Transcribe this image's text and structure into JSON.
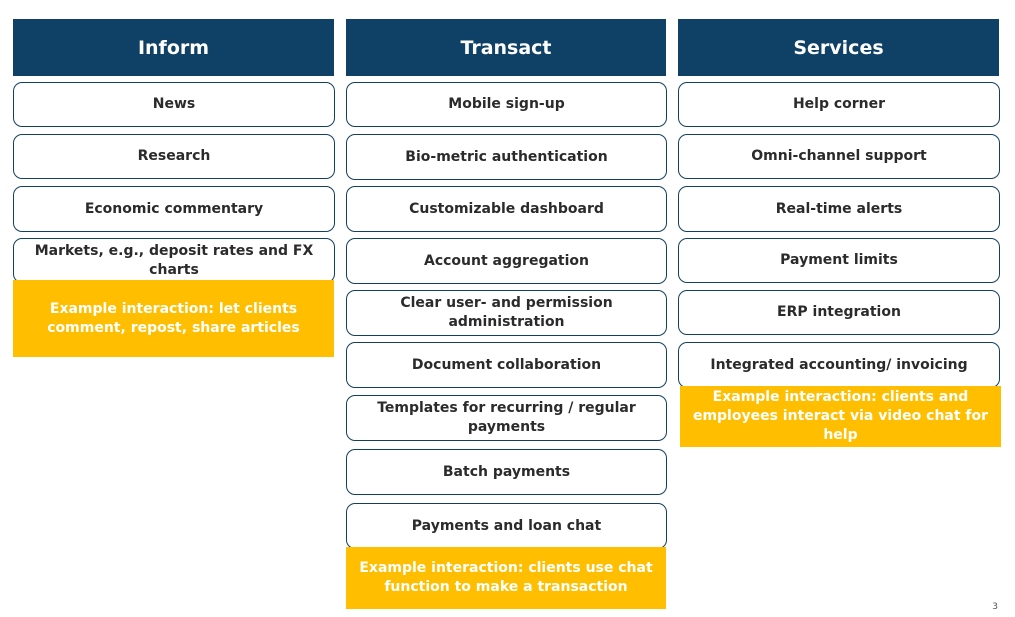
{
  "columns": [
    {
      "title": "Inform",
      "items": [
        "News",
        "Research",
        "Economic commentary",
        "Markets, e.g., deposit rates and FX charts"
      ],
      "example": "Example interaction: let clients comment, repost, share articles"
    },
    {
      "title": "Transact",
      "items": [
        "Mobile sign-up",
        "Bio-metric authentication",
        "Customizable dashboard",
        "Account aggregation",
        "Clear user- and permission administration",
        "Document collaboration",
        "Templates for recurring / regular payments",
        "Batch payments",
        "Payments and loan chat"
      ],
      "example": "Example interaction: clients use chat function to make a transaction"
    },
    {
      "title": "Services",
      "items": [
        "Help corner",
        "Omni-channel support",
        "Real-time alerts",
        "Payment limits",
        "ERP integration",
        "Integrated accounting/ invoicing"
      ],
      "example": "Example interaction: clients and employees interact via video chat for help"
    }
  ],
  "page_number": "3",
  "colors": {
    "header": "#0f4066",
    "box_border": "#14405f",
    "example": "#ffbf00"
  }
}
